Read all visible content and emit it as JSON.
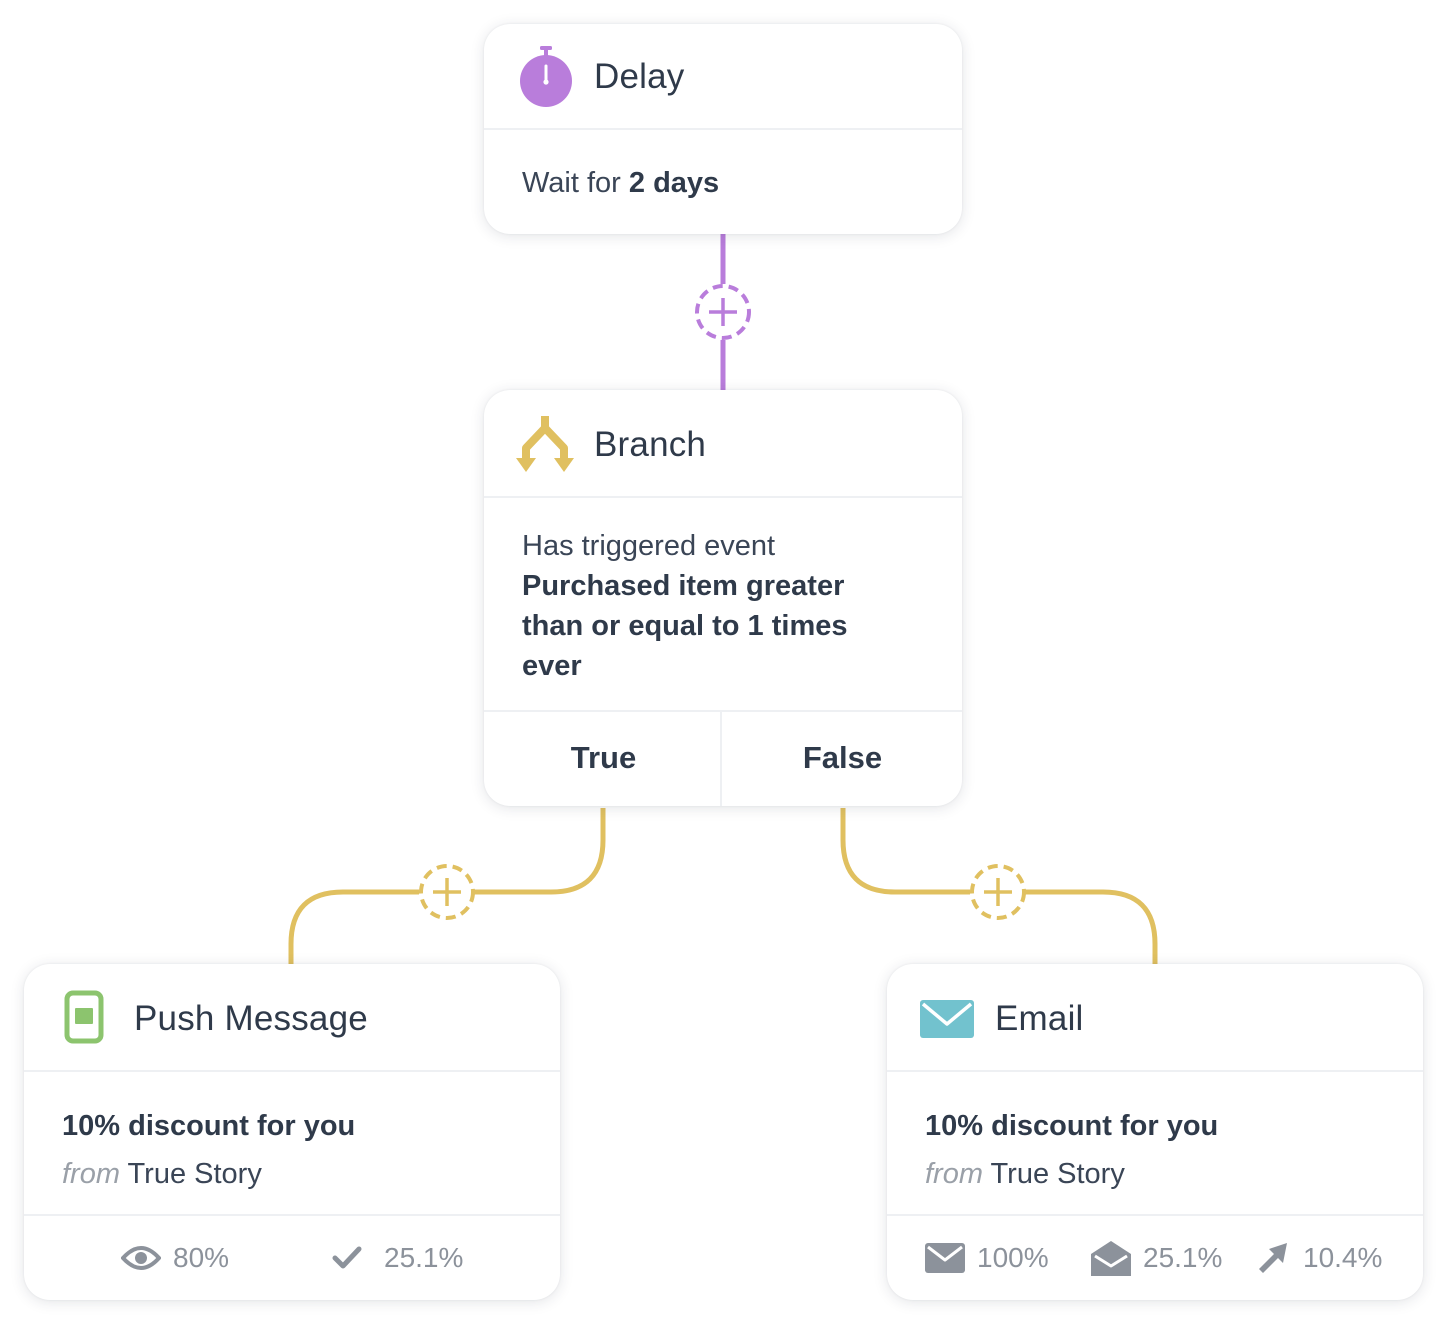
{
  "colors": {
    "delay_accent": "#b97ddb",
    "branch_accent": "#e0c060",
    "push_accent": "#8cc46e",
    "email_accent": "#72c2ce",
    "stat_icon": "#8c929b",
    "text_dark": "#2f3a4a"
  },
  "delay": {
    "title": "Delay",
    "icon": "stopwatch-icon",
    "body_prefix": "Wait for ",
    "body_value": "2 days"
  },
  "branch": {
    "title": "Branch",
    "icon": "branch-split-icon",
    "condition_intro": "Has triggered event",
    "condition_line1": "Purchased item greater",
    "condition_line2": "than or equal to 1 times",
    "condition_line3": "ever",
    "true_label": "True",
    "false_label": "False"
  },
  "push": {
    "title": "Push Message",
    "icon": "mobile-phone-icon",
    "message_title": "10% discount for you",
    "from_label": "from",
    "sender": "True Story",
    "stats": [
      {
        "icon": "eye-icon",
        "value": "80%"
      },
      {
        "icon": "checkmark-icon",
        "value": "25.1%"
      }
    ]
  },
  "email": {
    "title": "Email",
    "icon": "envelope-icon",
    "message_title": "10% discount for you",
    "from_label": "from",
    "sender": "True Story",
    "stats": [
      {
        "icon": "envelope-sent-icon",
        "value": "100%"
      },
      {
        "icon": "envelope-open-icon",
        "value": "25.1%"
      },
      {
        "icon": "cursor-click-icon",
        "value": "10.4%"
      }
    ]
  }
}
